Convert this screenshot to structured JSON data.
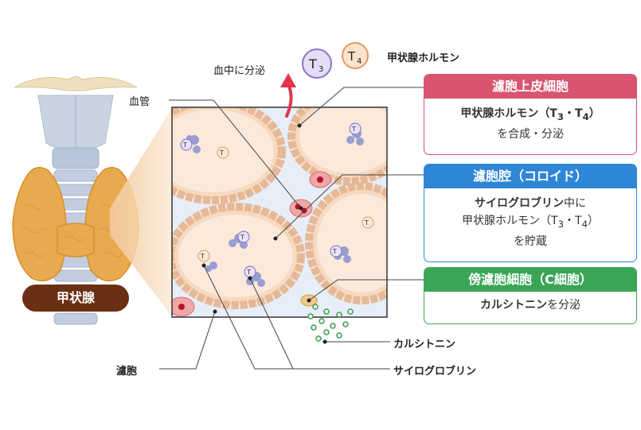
{
  "labels": {
    "secretion": "血中に分泌",
    "hormone": "甲状腺ホルモン",
    "vessel": "血管",
    "gland": "甲状腺",
    "follicle": "濾胞",
    "calcitonin": "カルシトニン",
    "thyroglobulin": "サイログロブリン"
  },
  "markers": {
    "t3": "T",
    "t3_sub": "3",
    "t4": "T",
    "t4_sub": "4"
  },
  "boxes": {
    "epithelial": {
      "title": "濾胞上皮細胞",
      "line1_bold": "甲状腺ホルモン",
      "line1_rest_a": "（T",
      "line1_sub_a": "3",
      "line1_rest_b": "・T",
      "line1_sub_b": "4",
      "line1_rest_c": "）",
      "line2": "を合成・分泌"
    },
    "colloid": {
      "title": "濾胞腔（コロイド）",
      "line1_bold": "サイログロブリン",
      "line1_rest": "中に",
      "line2_a": "甲状腺ホルモン（T",
      "line2_sub_a": "3",
      "line2_b": "・T",
      "line2_sub_b": "4",
      "line2_c": "）",
      "line3": "を貯蔵"
    },
    "parafollicular": {
      "title": "傍濾胞細胞（C細胞）",
      "line1_bold": "カルシトニン",
      "line1_rest": "を分泌"
    }
  },
  "colors": {
    "epithelial": "#d9546f",
    "colloid": "#2f86d6",
    "parafollicular": "#3aa655",
    "gland_tag": "#6b2f14",
    "thyroid": "#e9a94f"
  }
}
